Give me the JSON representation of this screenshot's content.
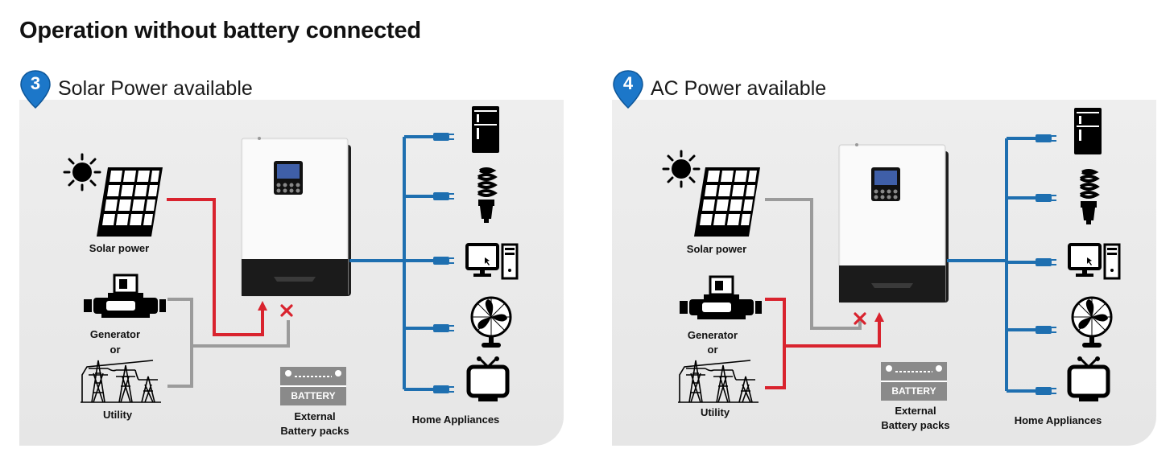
{
  "page": {
    "title": "Operation without battery connected"
  },
  "colors": {
    "active_line": "#d9232e",
    "inactive_line": "#9b9b9b",
    "ac_output_line": "#1e6fb0",
    "badge": "#1c77c9",
    "panel_bg": "#ebebeb"
  },
  "panels": [
    {
      "number": "3",
      "heading": "Solar Power available",
      "labels": {
        "solar": "Solar power",
        "generator": "Generator",
        "or": "or",
        "utility": "Utility",
        "battery_plate": "BATTERY",
        "battery_line1": "External",
        "battery_line2": "Battery packs",
        "appliances": "Home Appliances"
      },
      "state": {
        "solar_input": "active",
        "grid_input": "inactive",
        "blocked_input": "grid"
      }
    },
    {
      "number": "4",
      "heading": "AC Power available",
      "labels": {
        "solar": "Solar power",
        "generator": "Generator",
        "or": "or",
        "utility": "Utility",
        "battery_plate": "BATTERY",
        "battery_line1": "External",
        "battery_line2": "Battery packs",
        "appliances": "Home Appliances"
      },
      "state": {
        "solar_input": "inactive",
        "grid_input": "active",
        "blocked_input": "solar"
      }
    }
  ],
  "icons": [
    "sun-icon",
    "solar-panel-icon",
    "generator-icon",
    "utility-tower-icon",
    "inverter-icon",
    "battery-icon",
    "refrigerator-icon",
    "lightbulb-icon",
    "computer-icon",
    "fan-icon",
    "tv-icon",
    "plug-icon",
    "blocked-x-icon",
    "location-pin-badge-icon"
  ]
}
